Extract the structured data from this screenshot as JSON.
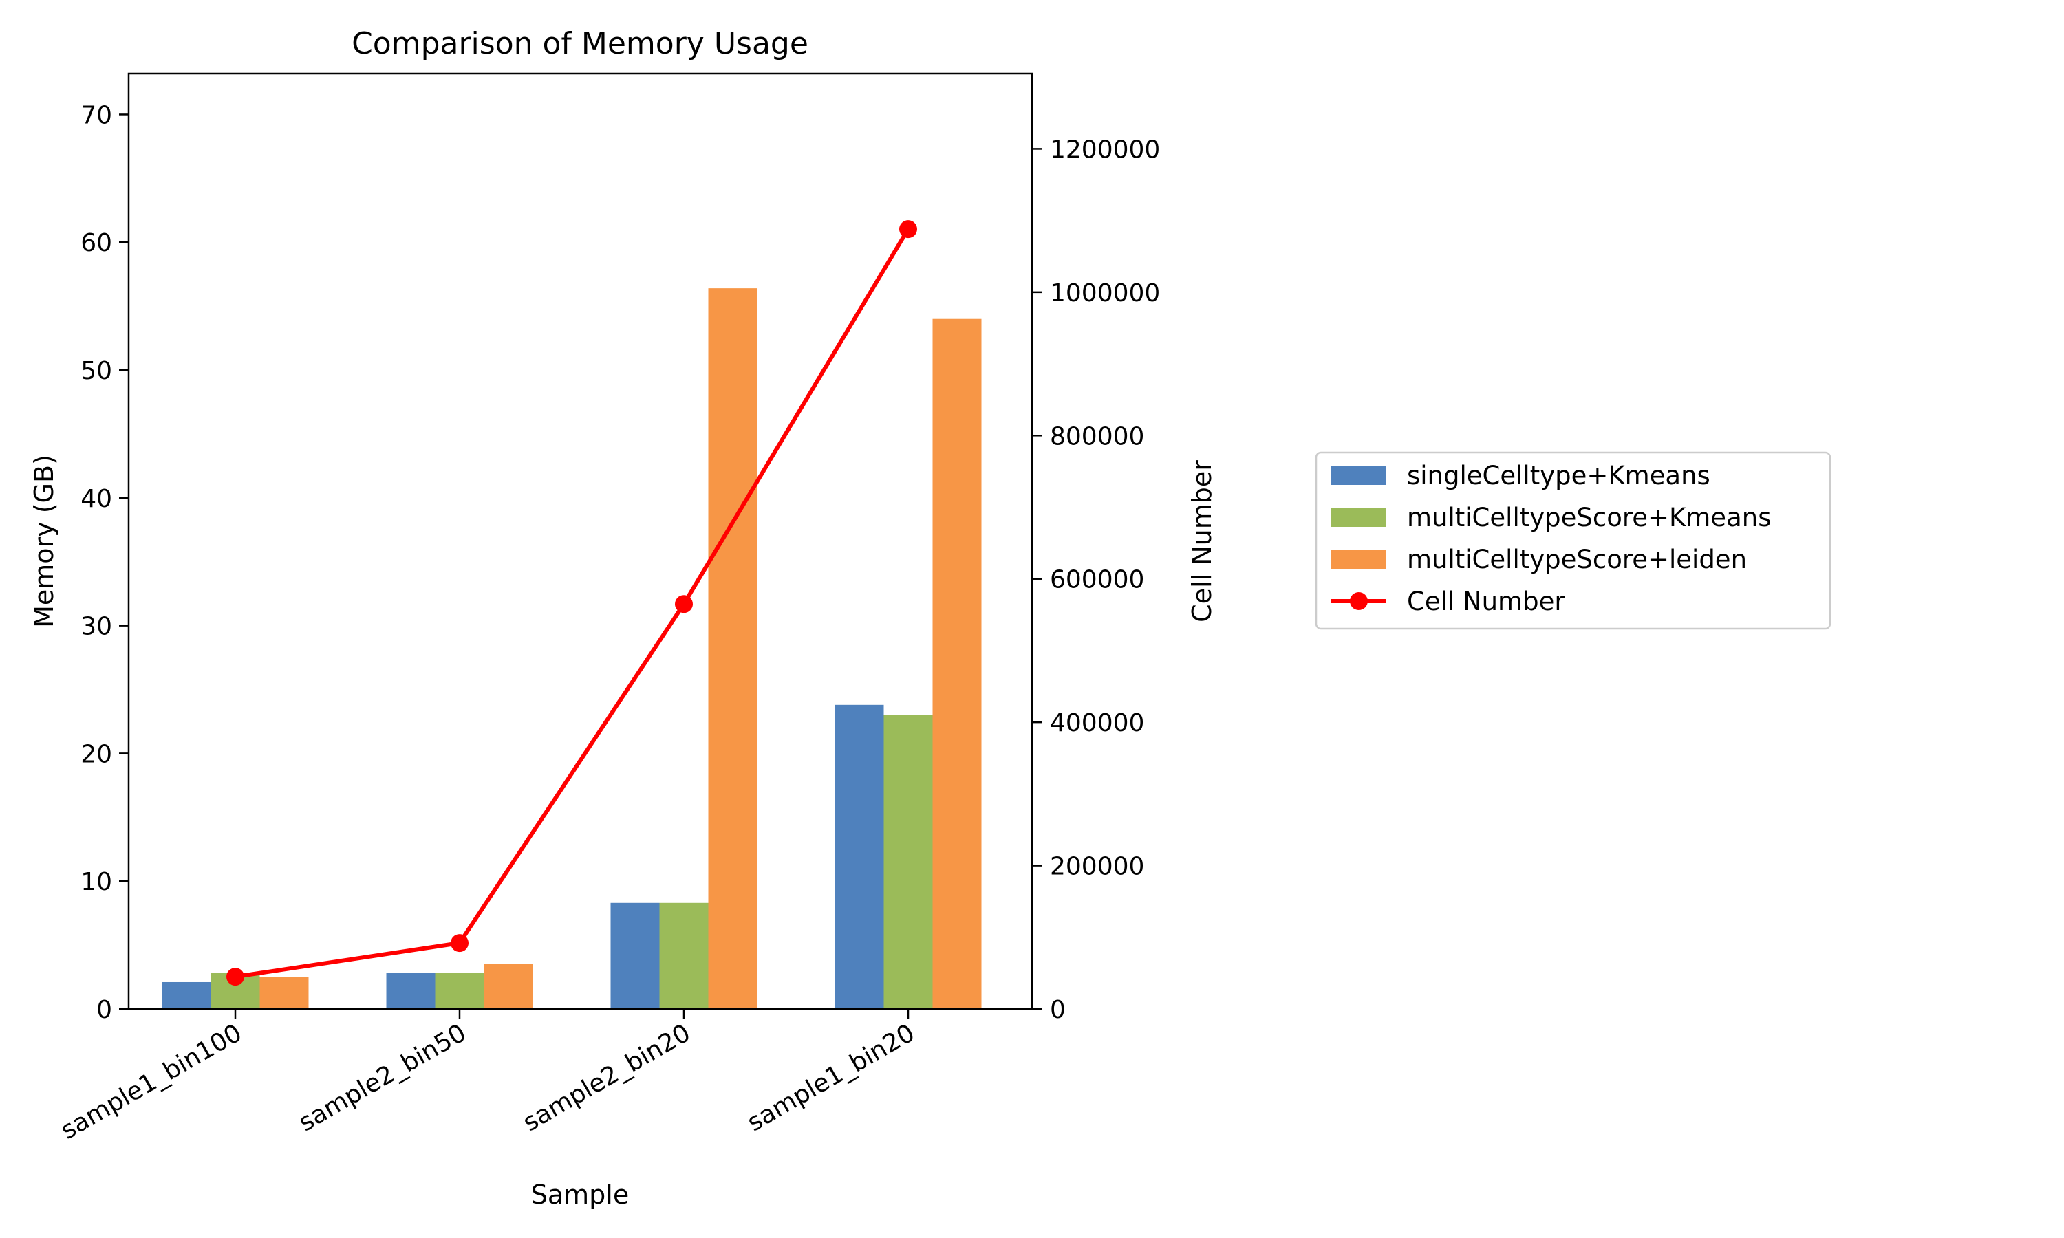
{
  "chart_data": {
    "type": "bar",
    "title": "Comparison of Memory Usage",
    "xlabel": "Sample",
    "ylabel": "Memory (GB)",
    "y2label": "Cell Number",
    "categories": [
      "sample1_bin100",
      "sample2_bin50",
      "sample2_bin20",
      "sample1_bin20"
    ],
    "ylim": [
      0,
      73.2
    ],
    "y2lim": [
      0,
      1305000
    ],
    "yticks": [
      0,
      10,
      20,
      30,
      40,
      50,
      60,
      70
    ],
    "y2ticks": [
      0,
      200000,
      400000,
      600000,
      800000,
      1000000,
      1200000
    ],
    "legend_position": "outside-right",
    "grid": false,
    "series": [
      {
        "name": "singleCelltype+Kmeans",
        "kind": "bar",
        "axis": "left",
        "color": "#4f81bd",
        "values": [
          2.1,
          2.8,
          8.3,
          23.8
        ]
      },
      {
        "name": "multiCelltypeScore+Kmeans",
        "kind": "bar",
        "axis": "left",
        "color": "#9bbb59",
        "values": [
          2.8,
          2.8,
          8.3,
          23.0
        ]
      },
      {
        "name": "multiCelltypeScore+leiden",
        "kind": "bar",
        "axis": "left",
        "color": "#f79646",
        "values": [
          2.5,
          3.5,
          56.4,
          54.0
        ]
      },
      {
        "name": "Cell Number",
        "kind": "line",
        "axis": "right",
        "color": "#ff0000",
        "values": [
          45000,
          92000,
          565000,
          1088000
        ]
      }
    ]
  }
}
